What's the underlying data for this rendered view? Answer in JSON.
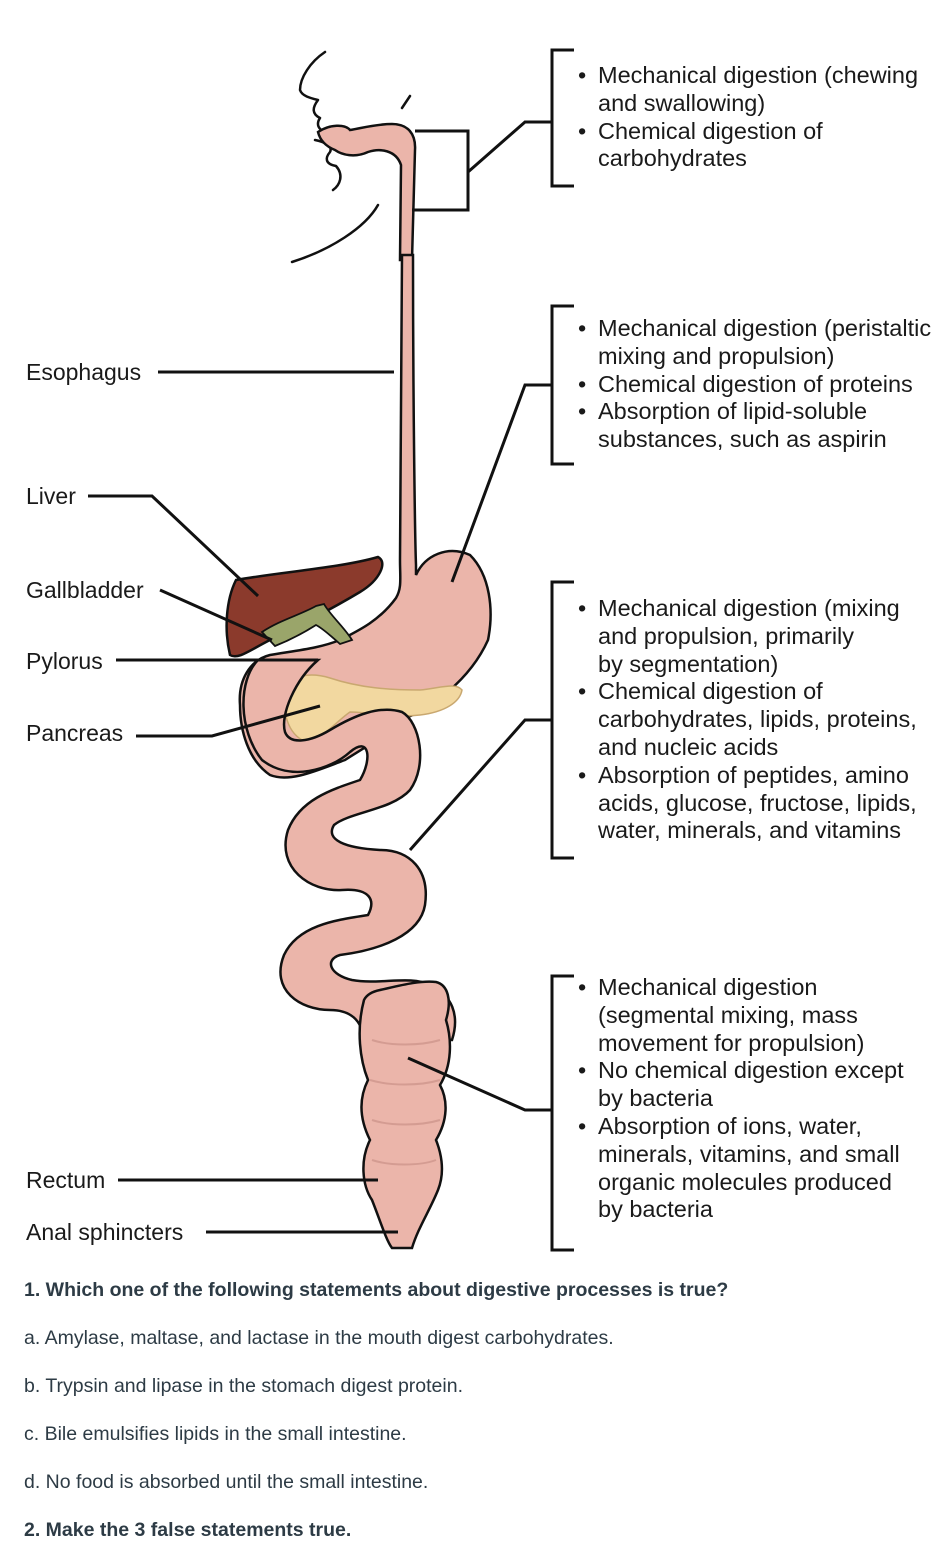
{
  "diagram": {
    "labels": {
      "esophagus": "Esophagus",
      "liver": "Liver",
      "gallbladder": "Gallbladder",
      "pylorus": "Pylorus",
      "pancreas": "Pancreas",
      "rectum": "Rectum",
      "anal_sphincters": "Anal sphincters"
    },
    "info_blocks": [
      {
        "lines": [
          {
            "bullet": "•",
            "text": "Mechanical digestion (chewing"
          },
          {
            "bullet": "",
            "text": "and swallowing)"
          },
          {
            "bullet": "•",
            "text": "Chemical digestion of"
          },
          {
            "bullet": "",
            "text": "carbohydrates"
          }
        ]
      },
      {
        "lines": [
          {
            "bullet": "•",
            "text": "Mechanical digestion (peristaltic"
          },
          {
            "bullet": "",
            "text": "mixing and propulsion)"
          },
          {
            "bullet": "•",
            "text": "Chemical digestion of proteins"
          },
          {
            "bullet": "•",
            "text": "Absorption of lipid-soluble"
          },
          {
            "bullet": "",
            "text": "substances, such as aspirin"
          }
        ]
      },
      {
        "lines": [
          {
            "bullet": "•",
            "text": "Mechanical digestion (mixing"
          },
          {
            "bullet": "",
            "text": "and propulsion, primarily"
          },
          {
            "bullet": "",
            "text": "by segmentation)"
          },
          {
            "bullet": "•",
            "text": "Chemical digestion of"
          },
          {
            "bullet": "",
            "text": "carbohydrates, lipids, proteins,"
          },
          {
            "bullet": "",
            "text": "and nucleic acids"
          },
          {
            "bullet": "•",
            "text": "Absorption of peptides, amino"
          },
          {
            "bullet": "",
            "text": "acids, glucose, fructose, lipids,"
          },
          {
            "bullet": "",
            "text": "water, minerals, and vitamins"
          }
        ]
      },
      {
        "lines": [
          {
            "bullet": "•",
            "text": "Mechanical digestion"
          },
          {
            "bullet": "",
            "text": "(segmental mixing, mass"
          },
          {
            "bullet": "",
            "text": "movement for propulsion)"
          },
          {
            "bullet": "•",
            "text": "No chemical digestion except"
          },
          {
            "bullet": "",
            "text": "by bacteria"
          },
          {
            "bullet": "•",
            "text": "Absorption of ions, water,"
          },
          {
            "bullet": "",
            "text": "minerals, vitamins, and small"
          },
          {
            "bullet": "",
            "text": "organic molecules produced"
          },
          {
            "bullet": "",
            "text": "by bacteria"
          }
        ]
      }
    ],
    "colors": {
      "tract_fill": "#ebb5aa",
      "tract_stroke": "#111111",
      "liver": "#8b3a2c",
      "gallbladder": "#9aa56a",
      "pancreas": "#f2d8a0",
      "line": "#111111"
    }
  },
  "questions": {
    "q1": "1. Which one of the following statements about digestive processes is true?",
    "a": "a. Amylase, maltase, and lactase in the mouth digest carbohydrates.",
    "b": "b. Trypsin and lipase in the stomach digest protein.",
    "c": "c. Bile emulsifies lipids in the small intestine.",
    "d": "d. No food is absorbed until the small intestine.",
    "q2": "2. Make the 3 false statements true."
  }
}
